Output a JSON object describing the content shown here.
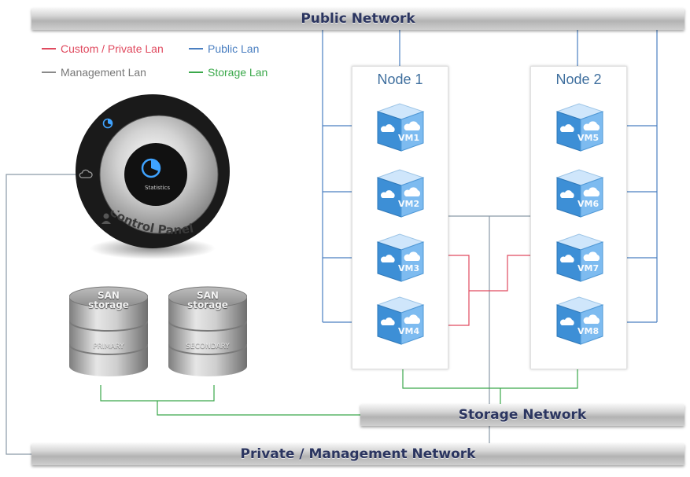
{
  "networks": {
    "public": "Public Network",
    "storage": "Storage Network",
    "private": "Private / Management Network"
  },
  "legend": {
    "custom": {
      "label": "Custom / Private Lan",
      "color": "#e04a5f"
    },
    "public": {
      "label": "Public Lan",
      "color": "#4a7fc1"
    },
    "management": {
      "label": "Management Lan",
      "color": "#8a8a8a"
    },
    "storage": {
      "label": "Storage Lan",
      "color": "#3aa84a"
    }
  },
  "nodes": [
    {
      "title": "Node 1",
      "vms": [
        "VM1",
        "VM2",
        "VM3",
        "VM4"
      ]
    },
    {
      "title": "Node 2",
      "vms": [
        "VM5",
        "VM6",
        "VM7",
        "VM8"
      ]
    }
  ],
  "control_panel": {
    "label": "Control Panel",
    "center_label": "Statistics",
    "icons": [
      "statistics-icon",
      "cloud-icon",
      "user-icon"
    ]
  },
  "storage": [
    {
      "title_line1": "SAN",
      "title_line2": "storage",
      "role": "PRIMARY"
    },
    {
      "title_line1": "SAN",
      "title_line2": "storage",
      "role": "SECONDARY"
    }
  ]
}
